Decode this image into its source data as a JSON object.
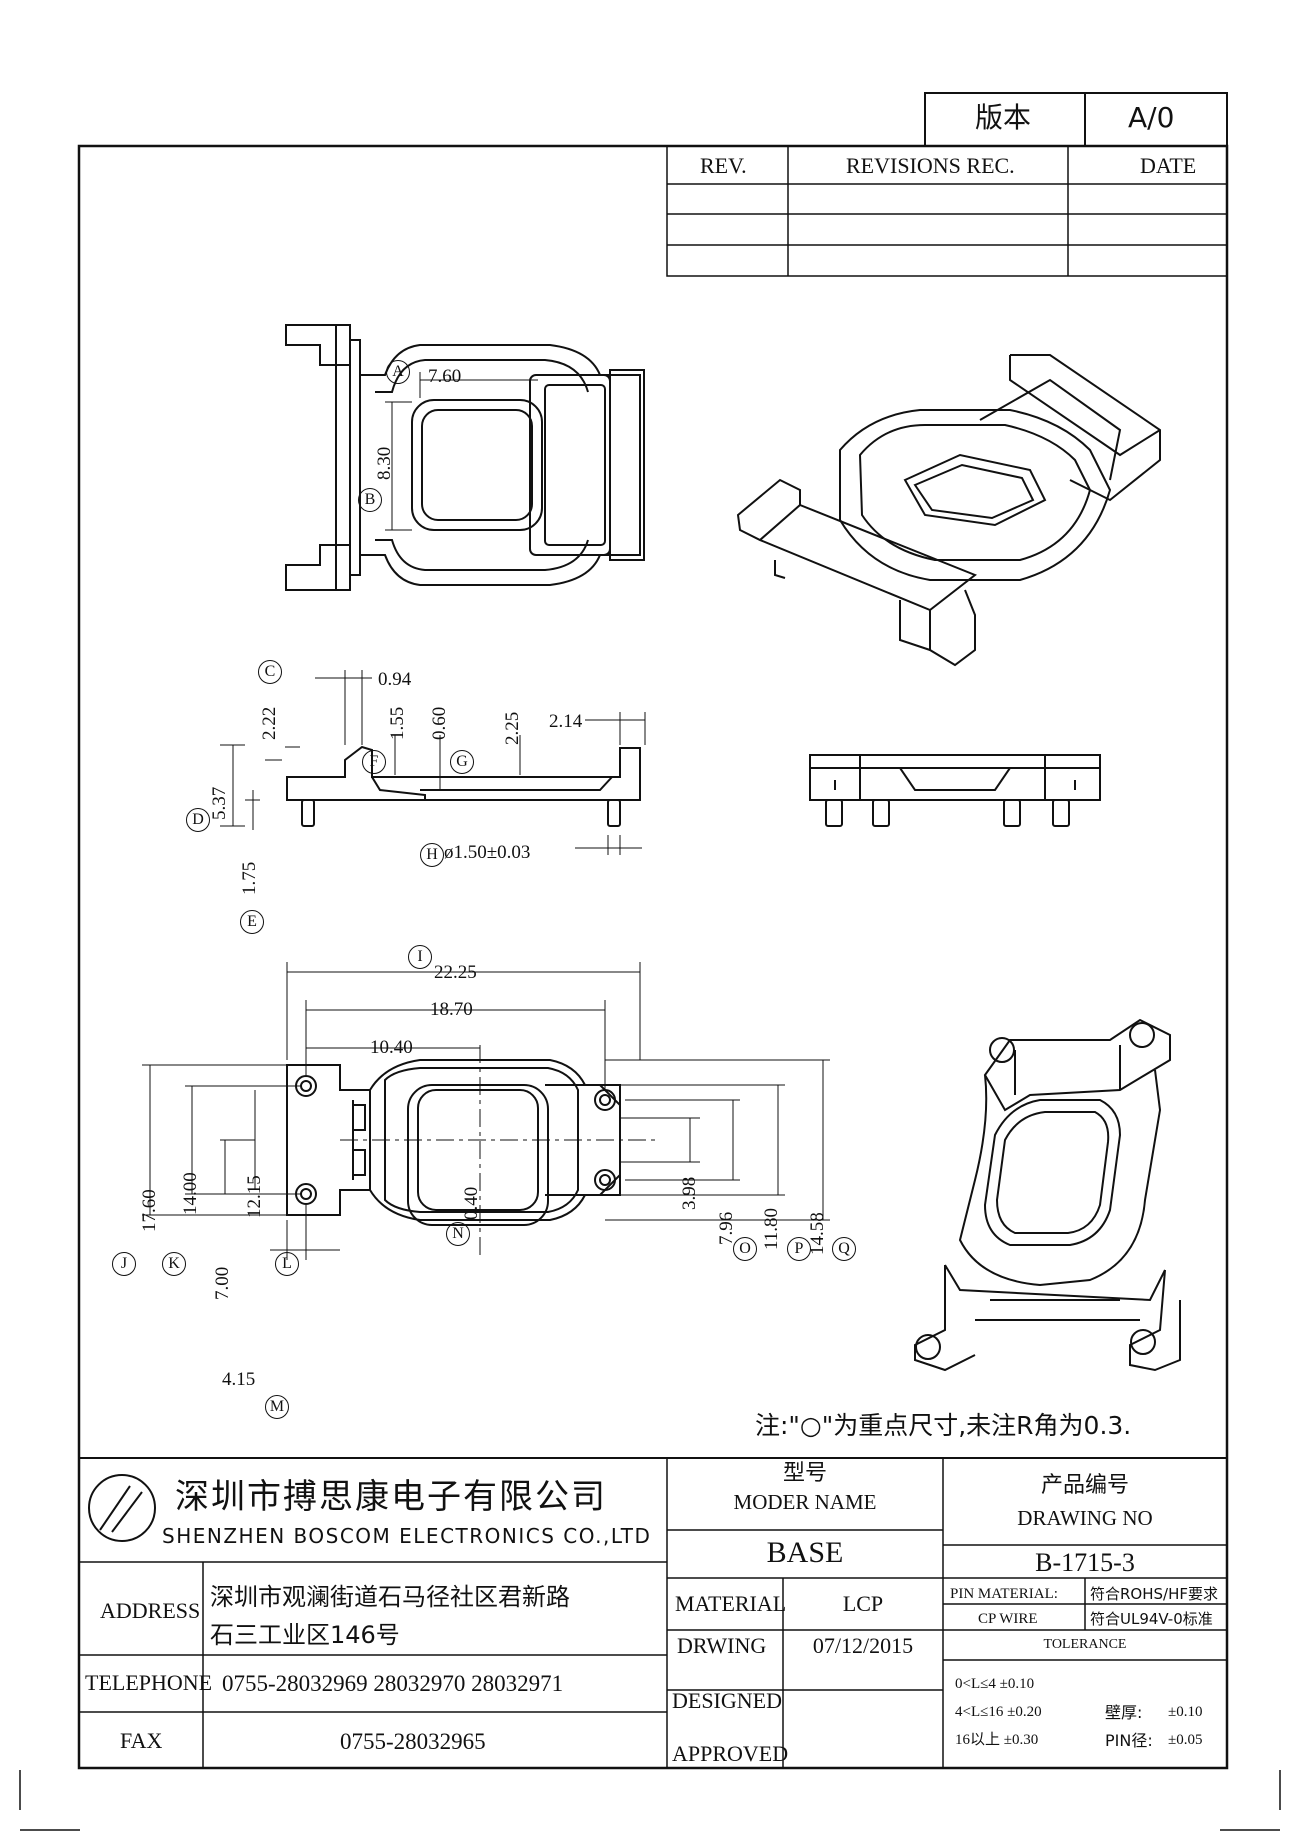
{
  "version_box": {
    "label": "版本",
    "value": "A/0"
  },
  "revisions": {
    "rev_header": "REV.",
    "rec_header": "REVISIONS REC.",
    "date_header": "DATE"
  },
  "drawing": {
    "top_view": {
      "A": "7.60",
      "B": "8.30",
      "label_A": "A",
      "label_B": "B"
    },
    "side_view": {
      "C": "0.94",
      "C2": "2.22",
      "F": "1.55",
      "G": "0.60",
      "G2": "2.25",
      "right": "2.14",
      "D": "5.37",
      "E": "1.75",
      "H": "ø1.50±0.03",
      "label_C": "C",
      "label_D": "D",
      "label_E": "E",
      "label_F": "F",
      "label_G": "G",
      "label_H": "H"
    },
    "bottom_view": {
      "I": "22.25",
      "w2": "18.70",
      "w3": "10.40",
      "J": "17.60",
      "K": "14.00",
      "L": "12.15",
      "L2": "7.00",
      "N": "0.40",
      "O": "3.98",
      "O2": "7.96",
      "P": "11.80",
      "Q": "14.58",
      "M": "4.15",
      "label_I": "I",
      "label_J": "J",
      "label_K": "K",
      "label_L": "L",
      "label_M": "M",
      "label_N": "N",
      "label_O": "O",
      "label_P": "P",
      "label_Q": "Q"
    },
    "note": "注:\"○\"为重点尺寸,未注R角为0.3."
  },
  "title_block": {
    "company_cn": "深圳市搏思康电子有限公司",
    "company_en": "SHENZHEN BOSCOM ELECTRONICS CO.,LTD",
    "address_label": "ADDRESS",
    "address_line1": "深圳市观澜街道石马径社区君新路",
    "address_line2": "石三工业区146号",
    "telephone_label": "TELEPHONE",
    "telephone": "0755-28032969 28032970 28032971",
    "fax_label": "FAX",
    "fax": "0755-28032965",
    "model_label_cn": "型号",
    "model_label_en": "MODER NAME",
    "model_value": "BASE",
    "drawing_no_label_cn": "产品编号",
    "drawing_no_label_en": "DRAWING NO",
    "drawing_no": "B-1715-3",
    "material_label": "MATERIAL",
    "material_value": "LCP",
    "drwing_label": "DRWING",
    "drwing_value": "07/12/2015",
    "designed_label": "DESIGNED",
    "approved_label": "APPROVED",
    "pin_material_label": "PIN MATERIAL:",
    "pin_material_value": "CP WIRE",
    "rohs": "符合ROHS/HF要求",
    "ul": "符合UL94V-0标准",
    "tolerance_label": "TOLERANCE",
    "tol1": "0<L≤4  ±0.10",
    "tol2": "4<L≤16 ±0.20",
    "tol3": "16以上    ±0.30",
    "wall_label": "壁厚:",
    "wall_value": "±0.10",
    "pin_label": "PIN径:",
    "pin_value": "±0.05"
  }
}
